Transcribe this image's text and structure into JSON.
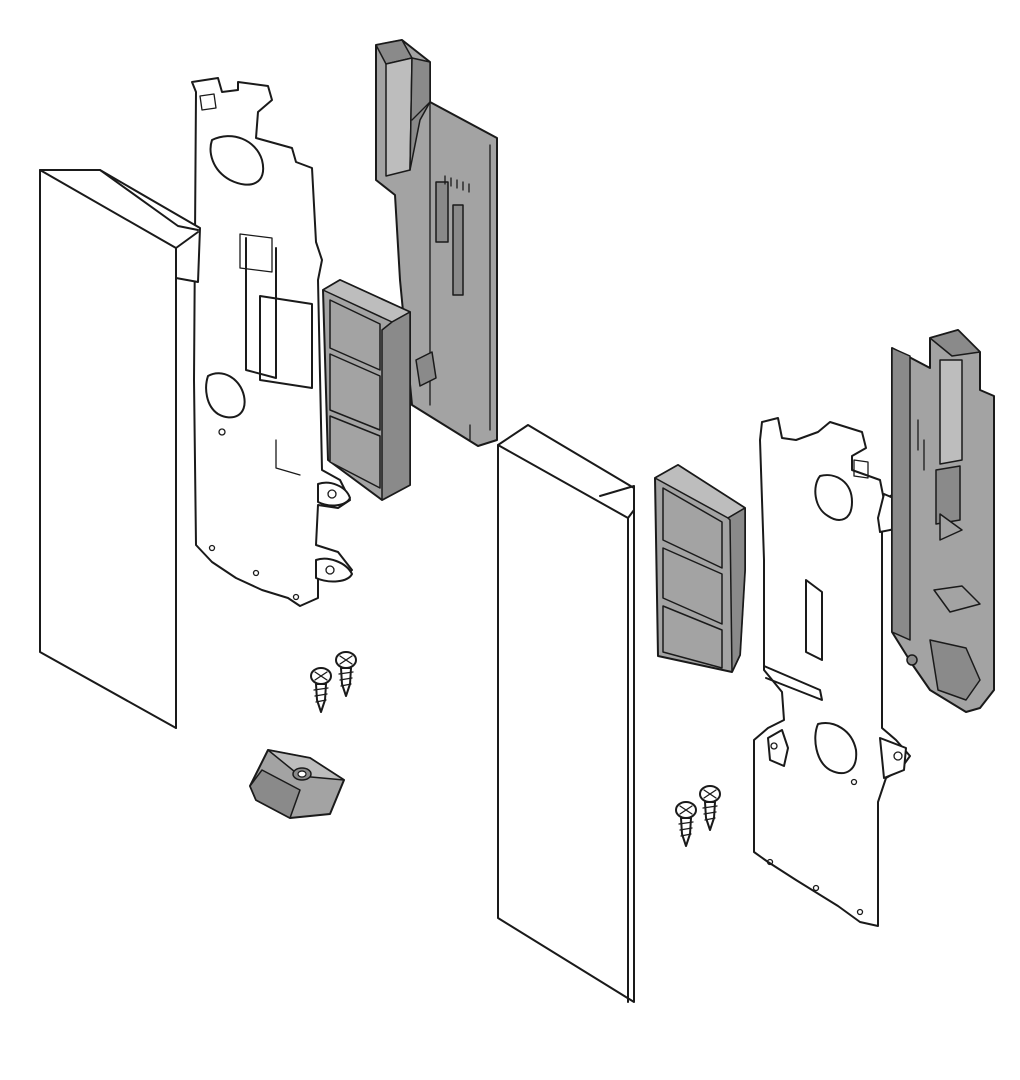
{
  "colors": {
    "background": "#ffffff",
    "outline": "#1a1a1a",
    "plastic_gray": "#a3a3a3",
    "plastic_gray_dark": "#8a8a8a",
    "plastic_gray_light": "#bdbdbd",
    "part_white": "#ffffff"
  },
  "parts": {
    "left_set": [
      "front-cover-panel",
      "mounting-bracket",
      "gray-clip",
      "gray-housing",
      "screw-pair",
      "fixing-clip"
    ],
    "right_set": [
      "front-cover-panel",
      "gray-clip",
      "mounting-bracket",
      "gray-housing",
      "screw-pair"
    ]
  }
}
